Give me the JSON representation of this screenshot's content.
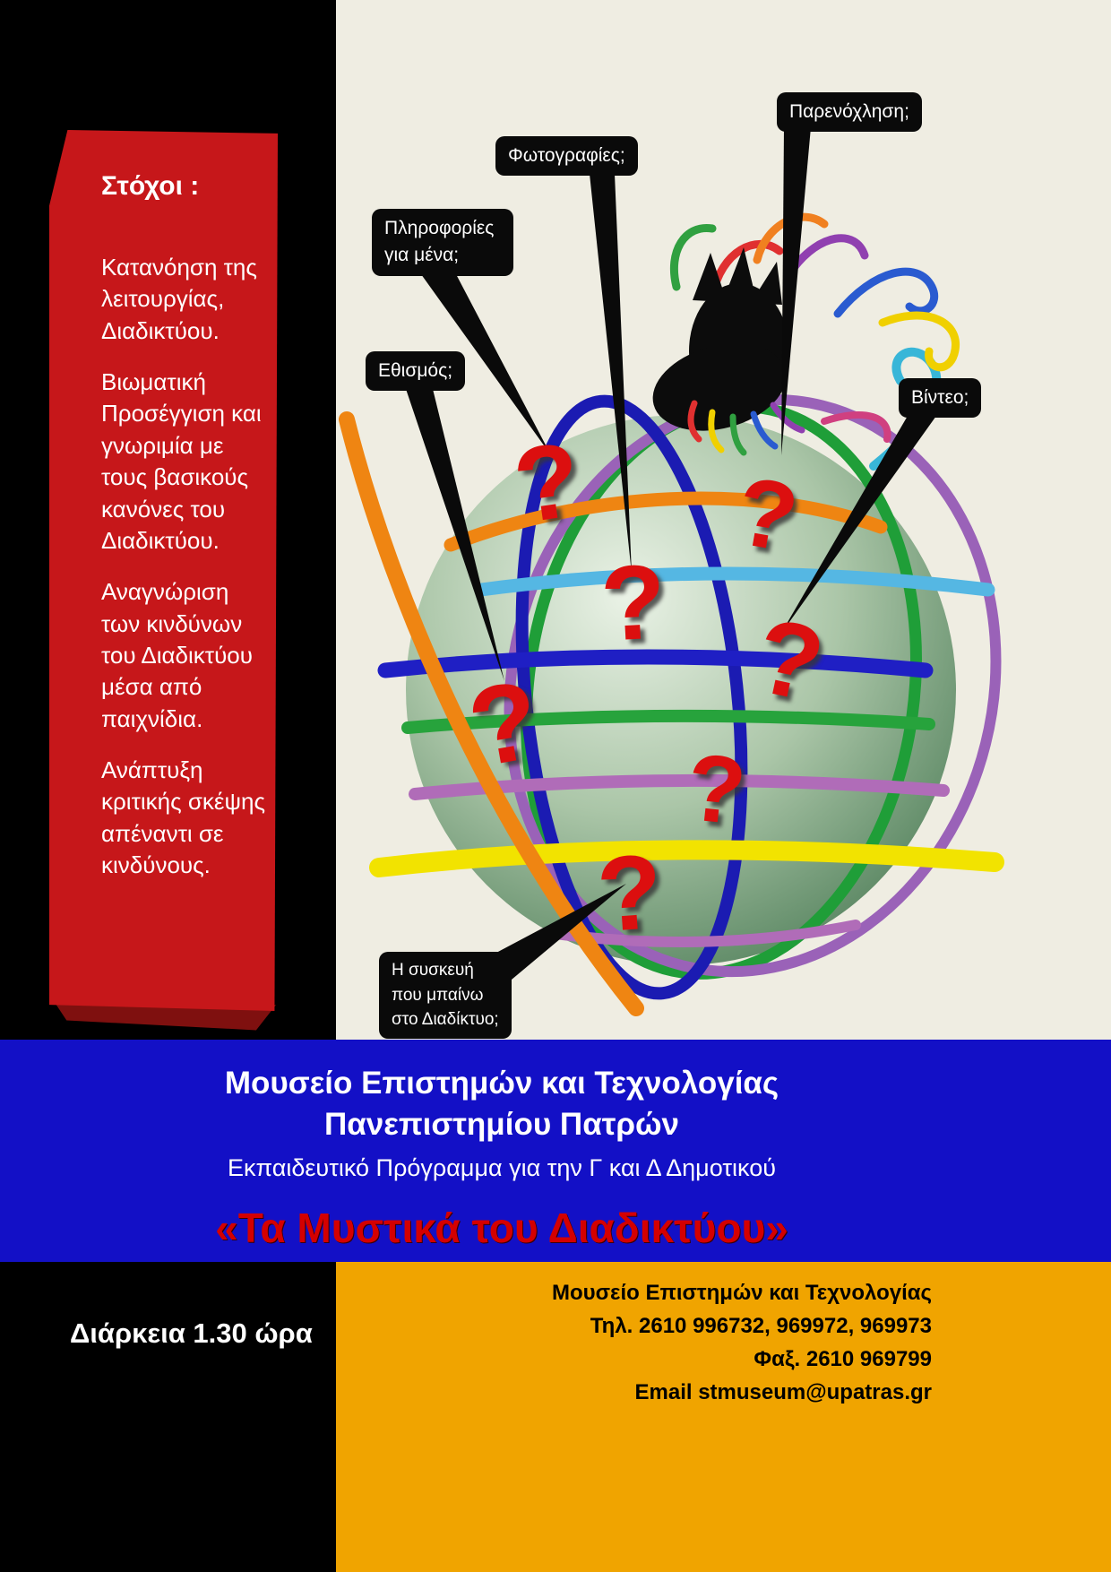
{
  "sidebar": {
    "title": "Στόχοι :",
    "goals": [
      "Κατανόηση της λειτουργίας, Διαδικτύου.",
      "Βιωματική Προσέγγιση και γνωριμία με τους βασικούς κανόνες του Διαδικτύου.",
      "Αναγνώριση των  κινδύνων του Διαδικτύου μέσα από παιχνίδια.",
      "Ανάπτυξη κριτικής σκέψης απέναντι σε κινδύνους."
    ]
  },
  "art": {
    "qmark": "?",
    "bubbles": {
      "harassment": "Παρενόχληση;",
      "photos": "Φωτογραφίες;",
      "info": "Πληροφορίες για μένα;",
      "addiction": "Εθισμός;",
      "video": "Βίντεο;",
      "device": "Η συσκευή που μπαίνω  στο Διαδίκτυο;"
    }
  },
  "banner": {
    "org_line1": "Μουσείο  Επιστημών και Τεχνολογίας",
    "org_line2": "Πανεπιστημίου Πατρών",
    "program": "Εκπαιδευτικό Πρόγραμμα για την Γ και Δ Δημοτικού",
    "title": "«Τα Μυστικά του Διαδικτύου»"
  },
  "footer": {
    "duration": "Διάρκεια  1.30 ώρα",
    "contact_org": "Μουσείο Επιστημών και Τεχνολογίας",
    "contact_tel": "Τηλ. 2610 996732, 969972, 969973",
    "contact_fax": "Φαξ. 2610 969799",
    "contact_email": "Email stmuseum@upatras.gr"
  },
  "colors": {
    "ribbon_red": "#c6171a",
    "banner_blue": "#1310c6",
    "accent_orange": "#f0a400",
    "title_red": "#d40000",
    "question_red": "#dc0f0f",
    "background_cream": "#efede2"
  }
}
